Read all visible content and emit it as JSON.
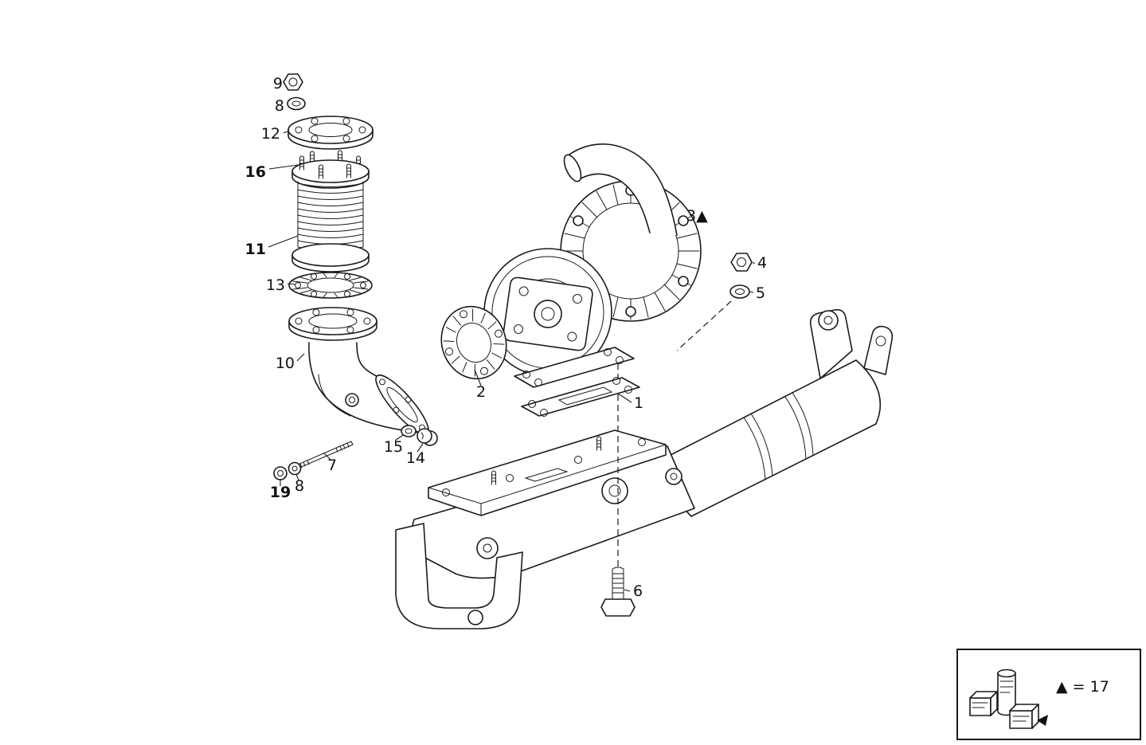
{
  "figure": {
    "callouts": {
      "c9": {
        "label": "9"
      },
      "c8a": {
        "label": "8"
      },
      "c12": {
        "label": "12"
      },
      "c16": {
        "label": "16"
      },
      "c11": {
        "label": "11"
      },
      "c13": {
        "label": "13"
      },
      "c10": {
        "label": "10"
      },
      "c2": {
        "label": "2"
      },
      "c3": {
        "label": "3▲"
      },
      "c4": {
        "label": "4"
      },
      "c5": {
        "label": "5"
      },
      "c1": {
        "label": "1"
      },
      "c15": {
        "label": "15"
      },
      "c14": {
        "label": "14"
      },
      "c7": {
        "label": "7"
      },
      "c19": {
        "label": "19"
      },
      "c8b": {
        "label": "8"
      },
      "c6": {
        "label": "6"
      }
    },
    "legend": {
      "text": "▲ = 17"
    }
  }
}
